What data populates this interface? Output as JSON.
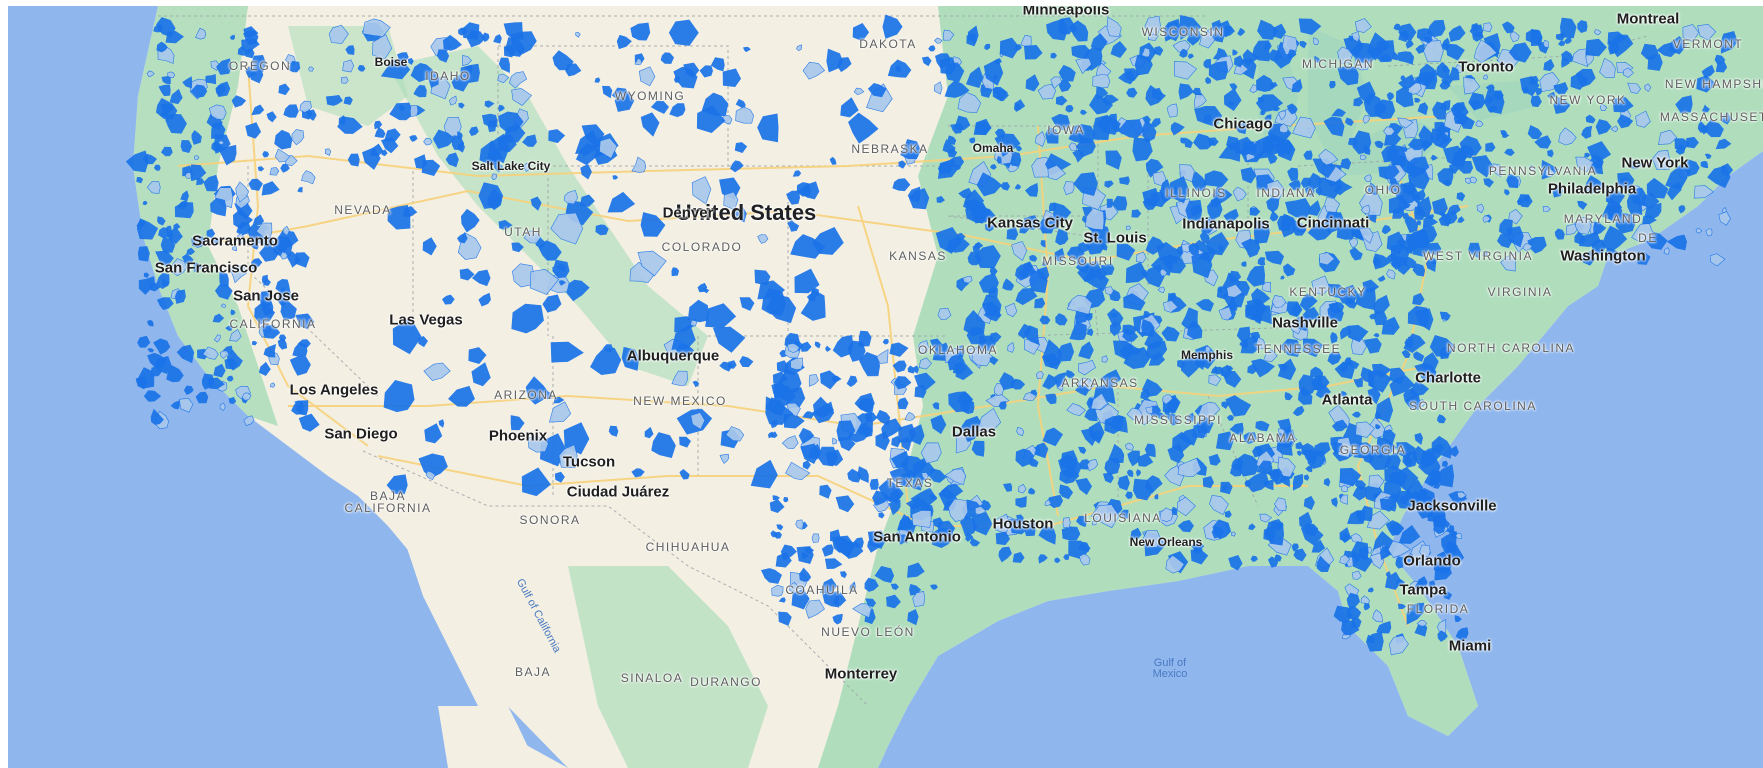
{
  "map": {
    "country_label": "United States",
    "cities": [
      {
        "name": "Minneapolis",
        "key": "minneapolis"
      },
      {
        "name": "Montreal",
        "key": "montreal"
      },
      {
        "name": "Toronto",
        "key": "toronto"
      },
      {
        "name": "Chicago",
        "key": "chicago"
      },
      {
        "name": "Omaha",
        "key": "omaha"
      },
      {
        "name": "Salt Lake City",
        "key": "salt-lake-city"
      },
      {
        "name": "Boise",
        "key": "boise"
      },
      {
        "name": "Denver",
        "key": "denver"
      },
      {
        "name": "Kansas City",
        "key": "kansas-city"
      },
      {
        "name": "St. Louis",
        "key": "st-louis"
      },
      {
        "name": "Indianapolis",
        "key": "indianapolis"
      },
      {
        "name": "Cincinnati",
        "key": "cincinnati"
      },
      {
        "name": "Philadelphia",
        "key": "philadelphia"
      },
      {
        "name": "New York",
        "key": "new-york"
      },
      {
        "name": "Washington",
        "key": "washington"
      },
      {
        "name": "Sacramento",
        "key": "sacramento"
      },
      {
        "name": "San Francisco",
        "key": "san-francisco"
      },
      {
        "name": "San Jose",
        "key": "san-jose"
      },
      {
        "name": "Las Vegas",
        "key": "las-vegas"
      },
      {
        "name": "Albuquerque",
        "key": "albuquerque"
      },
      {
        "name": "Nashville",
        "key": "nashville"
      },
      {
        "name": "Memphis",
        "key": "memphis"
      },
      {
        "name": "Charlotte",
        "key": "charlotte"
      },
      {
        "name": "Atlanta",
        "key": "atlanta"
      },
      {
        "name": "Los Angeles",
        "key": "los-angeles"
      },
      {
        "name": "San Diego",
        "key": "san-diego"
      },
      {
        "name": "Phoenix",
        "key": "phoenix"
      },
      {
        "name": "Tucson",
        "key": "tucson"
      },
      {
        "name": "Dallas",
        "key": "dallas"
      },
      {
        "name": "Ciudad Juárez",
        "key": "ciudad-juarez"
      },
      {
        "name": "San Antonio",
        "key": "san-antonio"
      },
      {
        "name": "Houston",
        "key": "houston"
      },
      {
        "name": "New Orleans",
        "key": "new-orleans"
      },
      {
        "name": "Jacksonville",
        "key": "jacksonville"
      },
      {
        "name": "Orlando",
        "key": "orlando"
      },
      {
        "name": "Tampa",
        "key": "tampa"
      },
      {
        "name": "Miami",
        "key": "miami"
      },
      {
        "name": "Monterrey",
        "key": "monterrey"
      }
    ],
    "regions": [
      {
        "name": "WISCONSIN",
        "key": "wisconsin"
      },
      {
        "name": "MICHIGAN",
        "key": "michigan"
      },
      {
        "name": "VERMONT",
        "key": "vermont"
      },
      {
        "name": "NEW HAMPSHIRE",
        "key": "new-hampshire"
      },
      {
        "name": "NEW YORK",
        "key": "new-york-state"
      },
      {
        "name": "MASSACHUSETTS",
        "key": "massachusetts"
      },
      {
        "name": "OREGON",
        "key": "oregon"
      },
      {
        "name": "IDAHO",
        "key": "idaho"
      },
      {
        "name": "WYOMING",
        "key": "wyoming"
      },
      {
        "name": "DAKOTA",
        "key": "dakota"
      },
      {
        "name": "IOWA",
        "key": "iowa"
      },
      {
        "name": "NEBRASKA",
        "key": "nebraska"
      },
      {
        "name": "PENNSYLVANIA",
        "key": "pennsylvania"
      },
      {
        "name": "OHIO",
        "key": "ohio"
      },
      {
        "name": "ILLINOIS",
        "key": "illinois"
      },
      {
        "name": "INDIANA",
        "key": "indiana"
      },
      {
        "name": "NEVADA",
        "key": "nevada"
      },
      {
        "name": "UTAH",
        "key": "utah"
      },
      {
        "name": "COLORADO",
        "key": "colorado"
      },
      {
        "name": "KANSAS",
        "key": "kansas"
      },
      {
        "name": "MISSOURI",
        "key": "missouri"
      },
      {
        "name": "MARYLAND",
        "key": "maryland"
      },
      {
        "name": "DE",
        "key": "delaware"
      },
      {
        "name": "WEST VIRGINIA",
        "key": "west-virginia"
      },
      {
        "name": "VIRGINIA",
        "key": "virginia"
      },
      {
        "name": "KENTUCKY",
        "key": "kentucky"
      },
      {
        "name": "CALIFORNIA",
        "key": "california"
      },
      {
        "name": "OKLAHOMA",
        "key": "oklahoma"
      },
      {
        "name": "TENNESSEE",
        "key": "tennessee"
      },
      {
        "name": "NORTH CAROLINA",
        "key": "north-carolina"
      },
      {
        "name": "ARKANSAS",
        "key": "arkansas"
      },
      {
        "name": "ARIZONA",
        "key": "arizona"
      },
      {
        "name": "NEW MEXICO",
        "key": "new-mexico"
      },
      {
        "name": "SOUTH CAROLINA",
        "key": "south-carolina"
      },
      {
        "name": "MISSISSIPPI",
        "key": "mississippi"
      },
      {
        "name": "ALABAMA",
        "key": "alabama"
      },
      {
        "name": "GEORGIA",
        "key": "georgia"
      },
      {
        "name": "TEXAS",
        "key": "texas"
      },
      {
        "name": "LOUISIANA",
        "key": "louisiana"
      },
      {
        "name": "BAJA CALIFORNIA",
        "key": "baja-california"
      },
      {
        "name": "SONORA",
        "key": "sonora"
      },
      {
        "name": "CHIHUAHUA",
        "key": "chihuahua"
      },
      {
        "name": "COAHUILA",
        "key": "coahuila"
      },
      {
        "name": "NUEVO LEÓN",
        "key": "nuevo-leon"
      },
      {
        "name": "FLORIDA",
        "key": "florida"
      },
      {
        "name": "BAJA",
        "key": "baja-california-sur"
      },
      {
        "name": "SINALOA",
        "key": "sinaloa"
      },
      {
        "name": "DURANGO",
        "key": "durango"
      }
    ],
    "water": [
      {
        "name": "Gulf of California",
        "key": "gulf-of-california"
      },
      {
        "name": "Gulf of Mexico",
        "key": "gulf-of-mexico"
      }
    ],
    "colors": {
      "ocean": "#8fb7ee",
      "land_desert": "#f3efe3",
      "land_green": "#a9dcb8",
      "land_forest": "#92d0a6",
      "coverage": "#1a73e8",
      "coverage_light": "#a9c8ec",
      "roads": "#f7d27a",
      "borders": "#9aa0a6"
    }
  }
}
